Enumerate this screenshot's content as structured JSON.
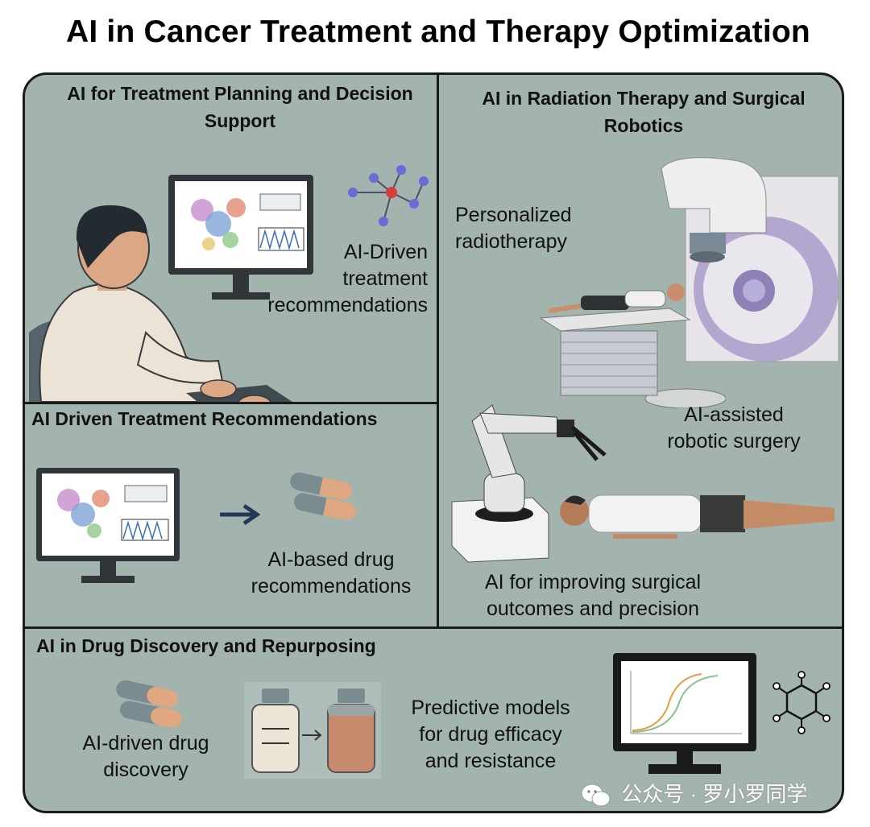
{
  "title": "AI in Cancer Treatment and Therapy Optimization",
  "panels": {
    "planning": {
      "heading_line1": "AI for Treatment Planning and Decision",
      "heading_line2": "Support",
      "label_line1": "AI-Driven",
      "label_line2": "treatment",
      "label_line3": "recommendations"
    },
    "radiation": {
      "heading_line1": "AI in Radiation Therapy and Surgical",
      "heading_line2": "Robotics",
      "radiotherapy_line1": "Personalized",
      "radiotherapy_line2": "radiotherapy",
      "robotic_line1": "AI-assisted",
      "robotic_line2": "robotic surgery",
      "outcomes_line1": "AI for improving surgical",
      "outcomes_line2": "outcomes and precision"
    },
    "recommendations": {
      "heading": "AI Driven Treatment Recommendations",
      "label_line1": "AI-based drug",
      "label_line2": "recommendations"
    },
    "discovery": {
      "heading": "AI in Drug Discovery and Repurposing",
      "drug_line1": "AI-driven drug",
      "drug_line2": "discovery",
      "models_line1": "Predictive models",
      "models_line2": "for drug efficacy",
      "models_line3": "and resistance"
    }
  },
  "watermark": "公众号 · 罗小罗同学",
  "icons": [
    "doctor-at-computer-icon",
    "monitor-data-icon",
    "molecule-network-icon",
    "linac-machine-icon",
    "patient-on-table-icon",
    "robotic-arm-icon",
    "patient-lying-icon",
    "pill-capsule-icon",
    "arrow-right-icon",
    "vial-icon",
    "chart-monitor-icon",
    "hexagon-molecule-icon",
    "wechat-icon"
  ],
  "colors": {
    "panel_bg": "#a3b3ad",
    "border": "#1a1a1a",
    "capsule_orange": "#e0a882",
    "capsule_gray": "#7b8c91"
  }
}
